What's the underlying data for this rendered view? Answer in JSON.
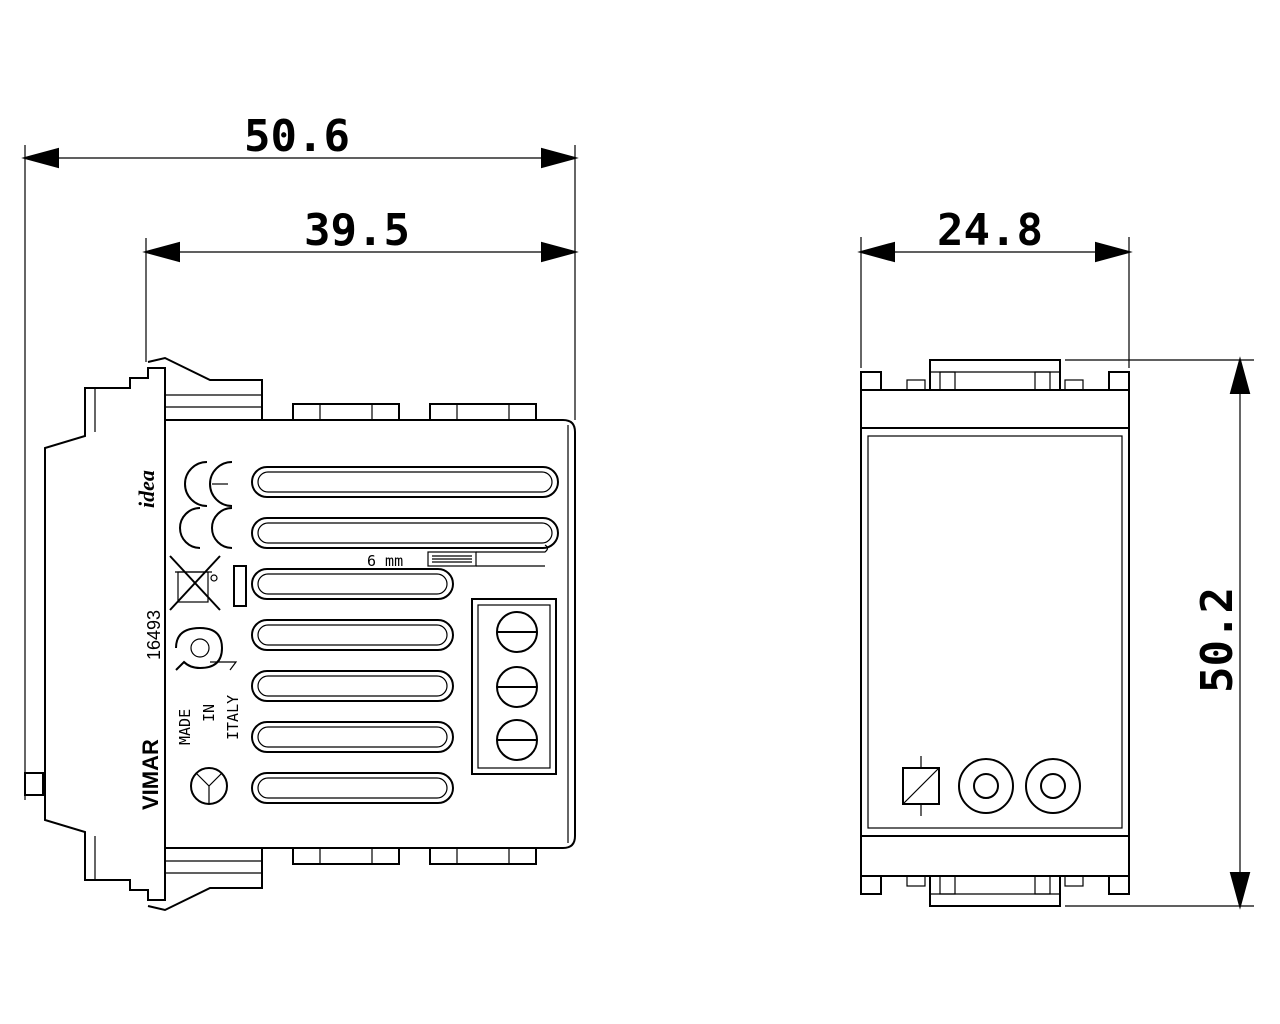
{
  "dimensions": {
    "overall_depth": "50.6",
    "body_depth": "39.5",
    "front_width": "24.8",
    "front_height": "50.2"
  },
  "side_view": {
    "strip_length_label": "6 mm",
    "logo": "idea",
    "article_code": "16493",
    "origin_lines": [
      "MADE",
      "IN",
      "ITALY"
    ],
    "brand": "VIMAR"
  }
}
